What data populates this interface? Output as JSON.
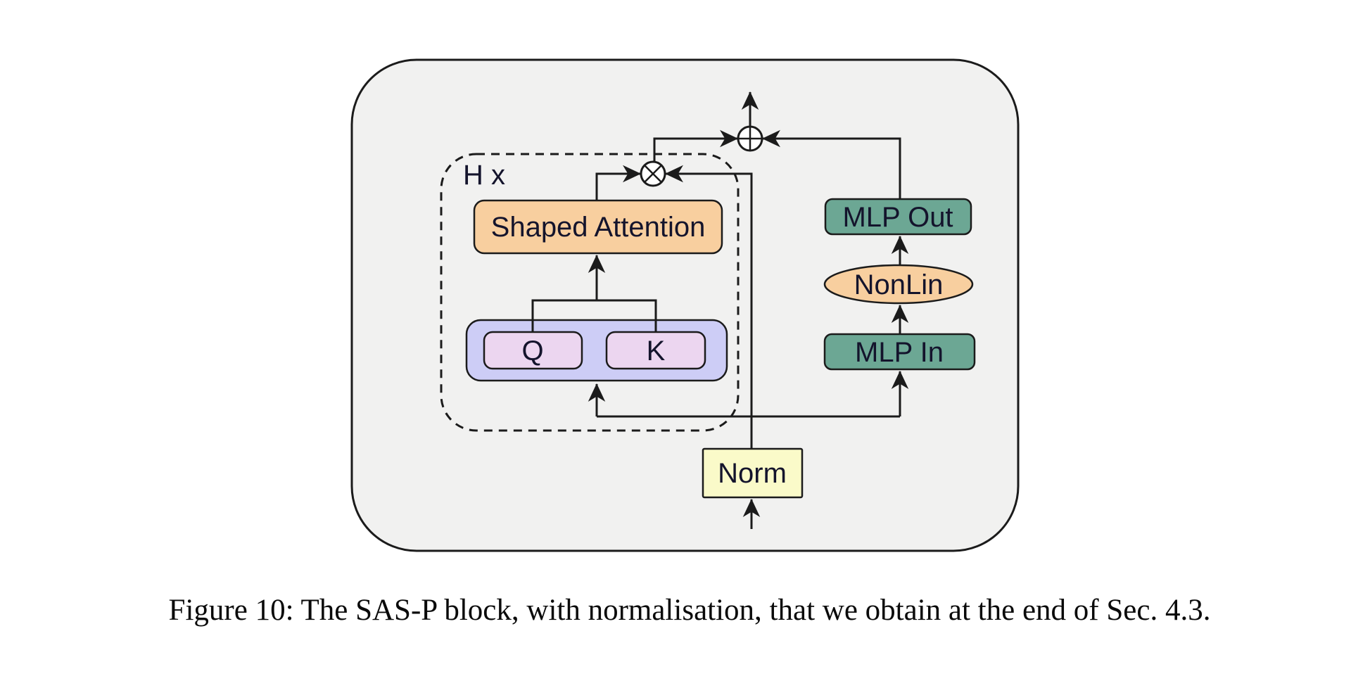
{
  "figure": {
    "caption": "Figure 10: The SAS-P block, with normalisation, that we obtain at the end of Sec. 4.3."
  },
  "diagram": {
    "repeat_label": "H x",
    "nodes": {
      "shaped_attention": {
        "label": "Shaped Attention"
      },
      "q_proj": {
        "label": "Q"
      },
      "k_proj": {
        "label": "K"
      },
      "mlp_out": {
        "label": "MLP Out"
      },
      "nonlin": {
        "label": "NonLin"
      },
      "mlp_in": {
        "label": "MLP In"
      },
      "norm": {
        "label": "Norm"
      }
    },
    "operators": {
      "multiply_symbol": "⊗",
      "add_symbol": "⊕"
    }
  },
  "colors": {
    "page_bg": "#ffffff",
    "block_fill": "#f1f1f0",
    "line": "#1b1b1b",
    "attention_fill": "#f8cf9f",
    "nonlin_fill": "#f8cf9f",
    "qk_container_fill": "#cdcdf6",
    "qk_fill": "#ecd6f0",
    "mlp_fill": "#6ca794",
    "norm_fill": "#fafac9",
    "operator_fill": "#ffffff",
    "label_text": "#14142c"
  }
}
